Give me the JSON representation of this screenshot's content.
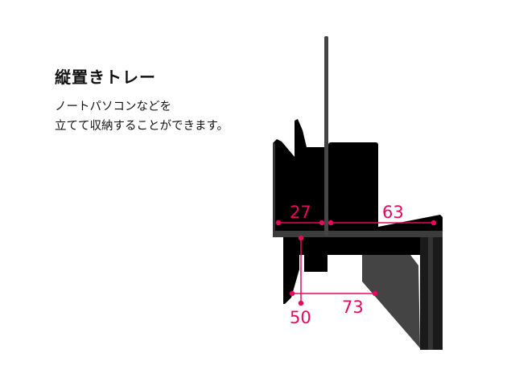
{
  "title": "縦置きトレー",
  "description": [
    "ノートパソコンなどを",
    "立てて収納することができます。"
  ],
  "dimensions": {
    "a": "27",
    "b": "63",
    "c": "50",
    "d": "73"
  },
  "colors": {
    "accent": "#e8085e",
    "product": "#000000",
    "edge": "#444444"
  }
}
